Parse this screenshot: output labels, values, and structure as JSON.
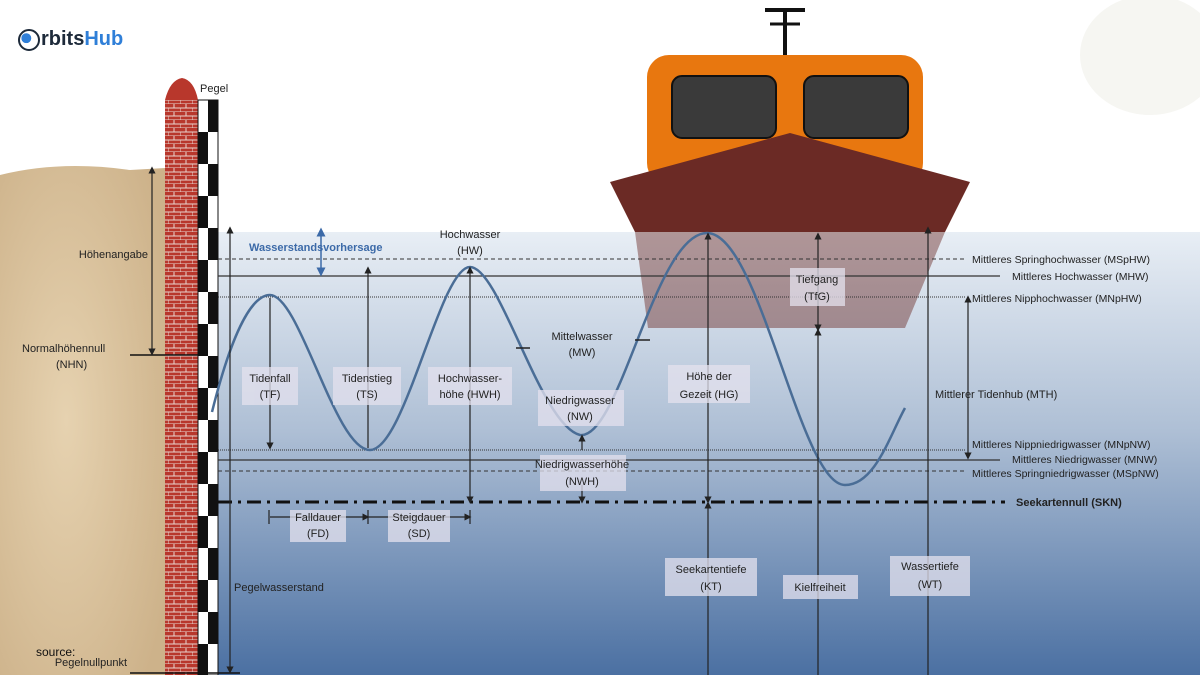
{
  "brand": {
    "prefix": "rbits",
    "suffix": "Hub"
  },
  "source_label": "source:",
  "labels": {
    "pegel": "Pegel",
    "hoehenangabe": "Höhenangabe",
    "nhn_1": "Normalhöhennull",
    "nhn_2": "(NHN)",
    "pegelnullpunkt": "Pegelnullpunkt",
    "pegelwasserstand": "Pegelwasserstand",
    "wasserstandsvorhersage": "Wasserstandsvorhersage",
    "hw_1": "Hochwasser",
    "hw_2": "(HW)",
    "mw_1": "Mittelwasser",
    "mw_2": "(MW)",
    "nw_1": "Niedrigwasser",
    "nw_2": "(NW)",
    "tf_1": "Tidenfall",
    "tf_2": "(TF)",
    "ts_1": "Tidenstieg",
    "ts_2": "(TS)",
    "hwh_1": "Hochwasser-",
    "hwh_2": "höhe (HWH)",
    "nwh_1": "Niedrigwasserhöhe",
    "nwh_2": "(NWH)",
    "hg_1": "Höhe der",
    "hg_2": "Gezeit (HG)",
    "tfg_1": "Tiefgang",
    "tfg_2": "(TfG)",
    "fd_1": "Falldauer",
    "fd_2": "(FD)",
    "sd_1": "Steigdauer",
    "sd_2": "(SD)",
    "kt_1": "Seekartentiefe",
    "kt_2": "(KT)",
    "kielfreiheit": "Kielfreiheit",
    "wt_1": "Wassertiefe",
    "wt_2": "(WT)",
    "mth": "Mittlerer Tidenhub (MTH)",
    "msphw": "Mittleres Springhochwasser (MSpHW)",
    "mhw": "Mittleres Hochwasser (MHW)",
    "mnphw": "Mittleres Nipphochwasser (MNpHW)",
    "mnpnw": "Mittleres Nippniedrigwasser (MNpNW)",
    "mnw": "Mittleres Niedrigwasser (MNW)",
    "mspnw": "Mittleres Springniedrigwasser (MSpNW)",
    "skn": "Seekartennull (SKN)"
  },
  "colors": {
    "water_top": "#e6ecf3",
    "water_bottom": "#4d72a3",
    "sand": "#d9c19c",
    "pillar": "#b23a2f",
    "hull": "#6b2a25",
    "cabin": "#e8770f",
    "curve": "#4a6d96",
    "forecast": "#3c6aa8"
  }
}
